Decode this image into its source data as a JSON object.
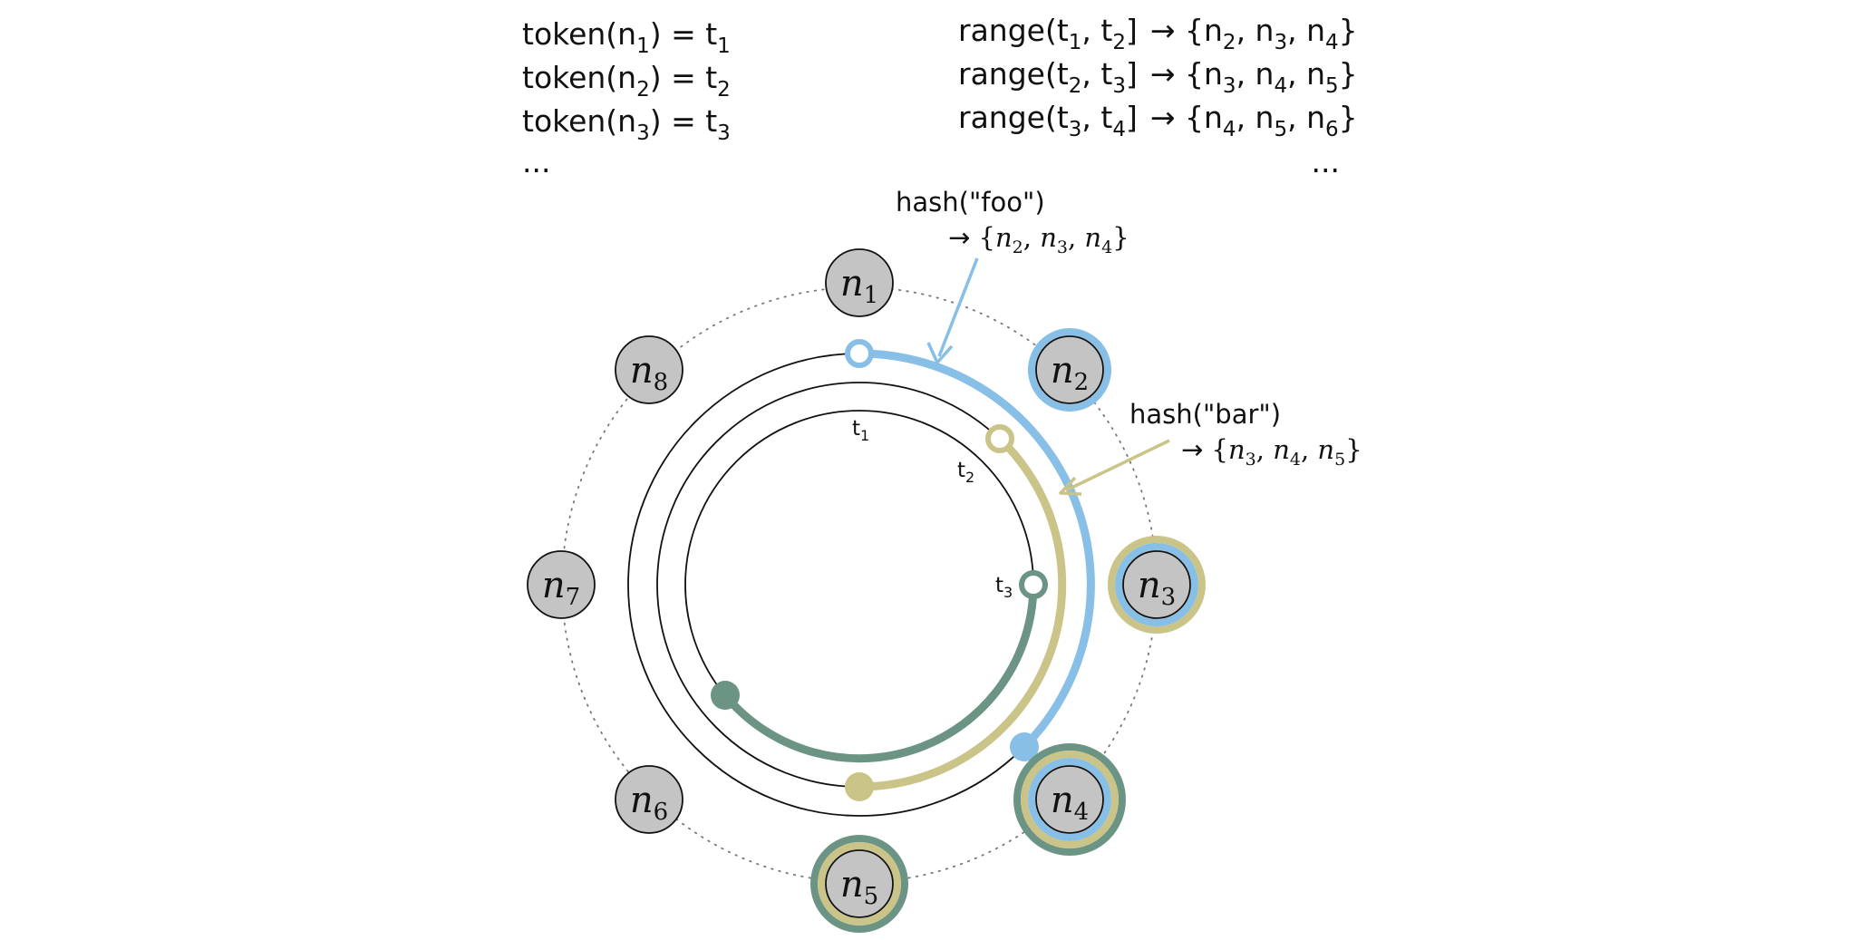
{
  "tokens": [
    {
      "prefix": "token(n",
      "sub": "1",
      "suffix": ") = t",
      "tsub": "1"
    },
    {
      "prefix": "token(n",
      "sub": "2",
      "suffix": ") = t",
      "tsub": "2"
    },
    {
      "prefix": "token(n",
      "sub": "3",
      "suffix": ") = t",
      "tsub": "3"
    }
  ],
  "tokens_ellipsis": "...",
  "ranges": [
    {
      "label": "range(t",
      "a": "1",
      "mid": ", t",
      "b": "2",
      "close": "]",
      "arrow": "→",
      "nodes": [
        "2",
        "3",
        "4"
      ]
    },
    {
      "label": "range(t",
      "a": "2",
      "mid": ", t",
      "b": "3",
      "close": "]",
      "arrow": "→",
      "nodes": [
        "3",
        "4",
        "5"
      ]
    },
    {
      "label": "range(t",
      "a": "3",
      "mid": ", t",
      "b": "4",
      "close": "]",
      "arrow": "→",
      "nodes": [
        "4",
        "5",
        "6"
      ]
    }
  ],
  "ranges_ellipsis": "...",
  "nodes": [
    {
      "letter": "n",
      "sub": "1"
    },
    {
      "letter": "n",
      "sub": "2"
    },
    {
      "letter": "n",
      "sub": "3"
    },
    {
      "letter": "n",
      "sub": "4"
    },
    {
      "letter": "n",
      "sub": "5"
    },
    {
      "letter": "n",
      "sub": "6"
    },
    {
      "letter": "n",
      "sub": "7"
    },
    {
      "letter": "n",
      "sub": "8"
    }
  ],
  "token_labels": [
    {
      "t": "t",
      "sub": "1"
    },
    {
      "t": "t",
      "sub": "2"
    },
    {
      "t": "t",
      "sub": "3"
    }
  ],
  "hash_foo": {
    "label": "hash(\"foo\")",
    "arrow": "→",
    "nodes": [
      "2",
      "3",
      "4"
    ]
  },
  "hash_bar": {
    "label": "hash(\"bar\")",
    "arrow": "→",
    "nodes": [
      "3",
      "4",
      "5"
    ]
  },
  "colors": {
    "blue": "#87bfe6",
    "khaki": "#cbc488",
    "green": "#6b9484",
    "node_fill": "#c4c4c4",
    "ring": "#111111"
  }
}
